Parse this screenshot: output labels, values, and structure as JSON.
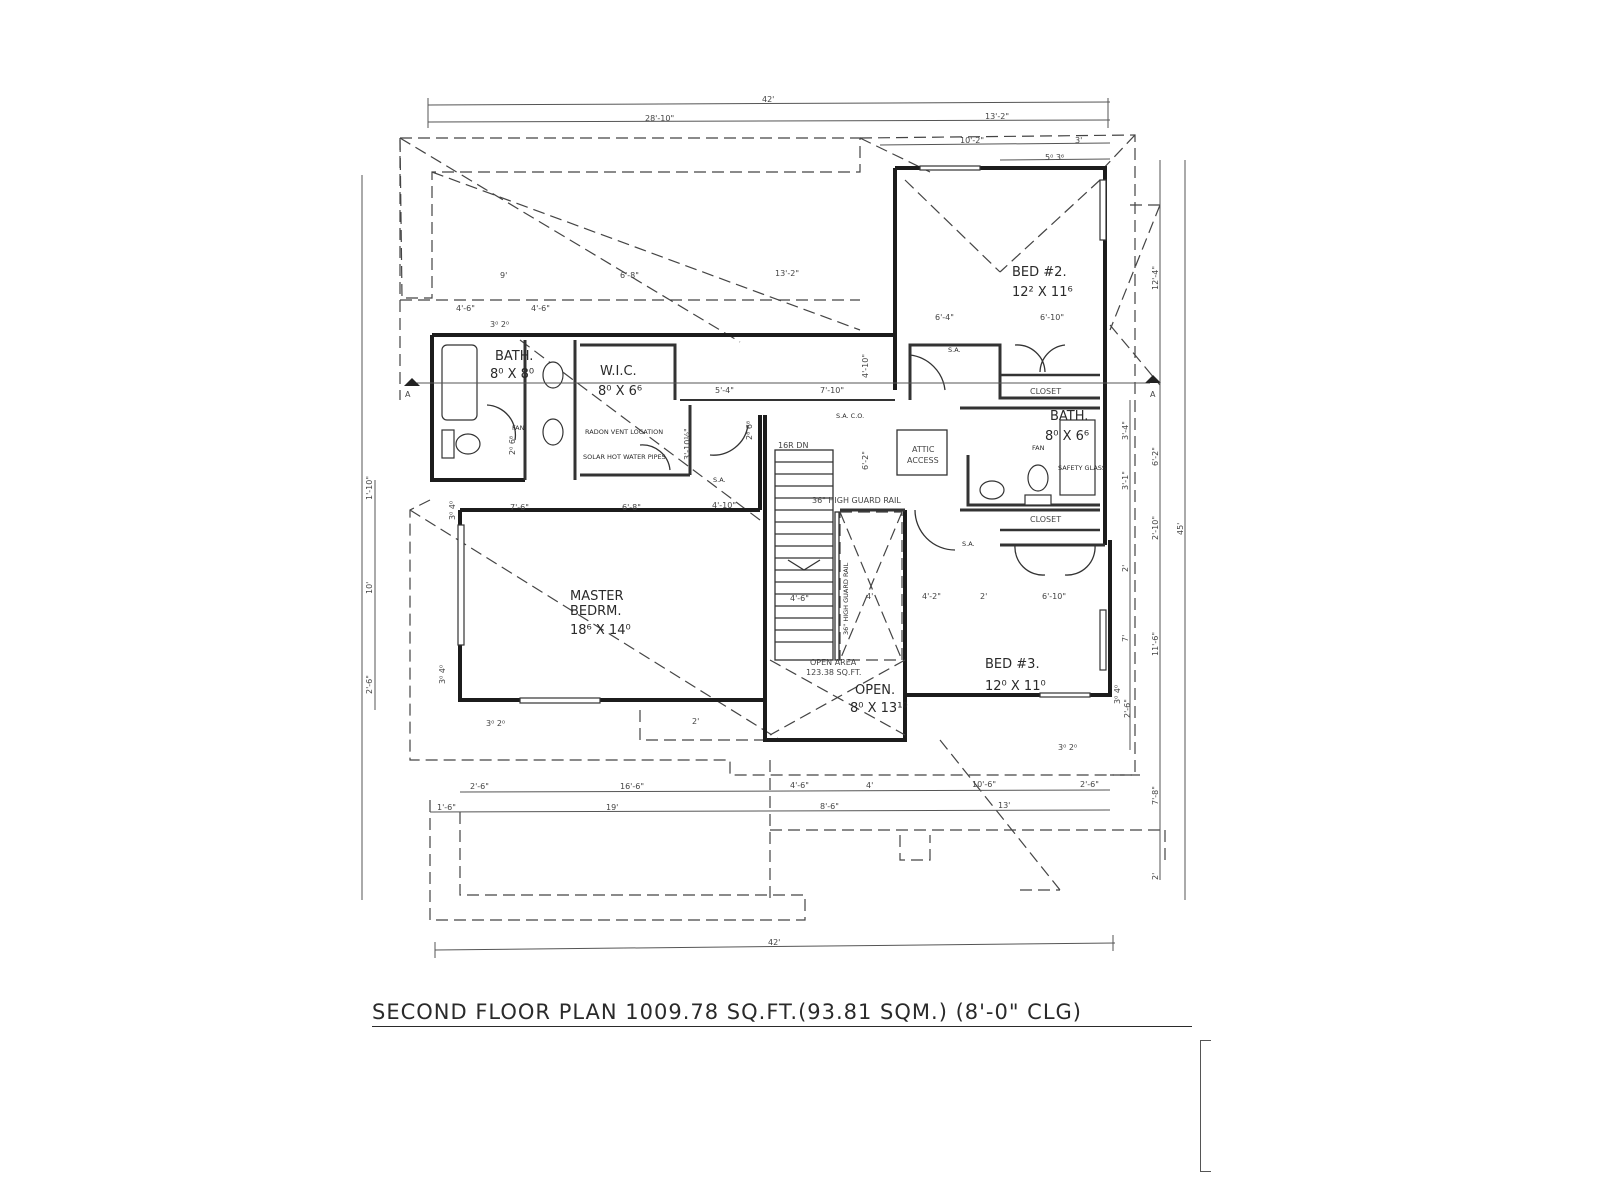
{
  "plan_title": "SECOND FLOOR PLAN 1009.78 SQ.FT.(93.81 SQM.) (8'-0\" CLG)",
  "rooms": {
    "master": {
      "name": "MASTER",
      "name2": "BEDRM.",
      "size": "18⁶ X 14⁰"
    },
    "bed2": {
      "name": "BED #2.",
      "size": "12² X 11⁶"
    },
    "bed3": {
      "name": "BED #3.",
      "size": "12⁰ X 11⁰"
    },
    "bath_master": {
      "name": "BATH.",
      "size": "8⁰ X 8⁰"
    },
    "bath2": {
      "name": "BATH.",
      "size": "8⁰ X 6⁶"
    },
    "wic": {
      "name": "W.I.C.",
      "size": "8⁰ X 6⁶"
    },
    "attic": {
      "line1": "ATTIC",
      "line2": "ACCESS"
    },
    "open_area": {
      "line1": "OPEN AREA",
      "line2": "123.38 SQ.FT."
    },
    "open": {
      "name": "OPEN.",
      "size": "8⁰ X 13¹⁰"
    },
    "closet": "CLOSET",
    "closet2": "CLOSET",
    "safety_glass": "SAFETY GLASS",
    "radon": "RADON VENT LOCATION",
    "solar": "SOLAR HOT WATER PIPES",
    "stair": "16R DN",
    "guard_rail_h": "36\" HIGH GUARD RAIL",
    "guard_rail_v": "36\" HIGH GUARD RAIL",
    "fan": "FAN",
    "fan2": "FAN",
    "sa": "S.A.",
    "sa_co": "S.A. C.O.",
    "section": "A"
  },
  "dimensions": {
    "top_overall": "42'",
    "top_left": "28'-10\"",
    "top_right": "13'-2\"",
    "top_r1": "10'-2\"",
    "top_r2": "3'",
    "top_r3": "5⁰ 3⁶",
    "row2_a": "9'",
    "row2_b": "6'-8\"",
    "row2_c": "13'-2\"",
    "row3_a": "4'-6\"",
    "row3_b": "4'-6\"",
    "row3_c": "3⁰ 2⁰",
    "bed2_a": "6'-4\"",
    "bed2_b": "6'-10\"",
    "mid_a": "5'-4\"",
    "mid_b": "7'-10\"",
    "mid_c": "4'-10\"",
    "mid_d": "6'-2\"",
    "wic_d": "3'-10½\"",
    "mb_a": "7'-6\"",
    "mb_b": "6'-8\"",
    "mb_c": "4'-10\"",
    "stair_w": "4'-6\"",
    "stair_w2": "4'",
    "b3_a": "4'-2\"",
    "b3_b": "2'",
    "b3_c": "6'-10\"",
    "bot1_a": "2'-6\"",
    "bot1_b": "16'-6\"",
    "bot1_c": "4'-6\"",
    "bot1_d": "4'",
    "bot1_e": "10'-6\"",
    "bot1_f": "2'-6\"",
    "bot2_a": "1'-6\"",
    "bot2_b": "19'",
    "bot2_c": "8'-6\"",
    "bot2_d": "13'",
    "bot_overall": "42'",
    "left_a": "1'-10\"",
    "left_b": "10'",
    "left_c": "2'-6\"",
    "win_a": "3⁰ 4⁰",
    "win_b": "3⁰ 4⁰",
    "win_c": "3⁰ 2⁰",
    "win_d": "3⁰ 2⁰",
    "win_e": "3⁰ 4⁰",
    "right_a": "12'-4\"",
    "right_b": "6'-2\"",
    "right_c": "2'-10\"",
    "right_d": "11'-6\"",
    "right_e": "7'-8\"",
    "right_f": "2'",
    "right_overall": "45'",
    "r_in_a": "3'-4\"",
    "r_in_b": "3'-1\"",
    "r_in_c": "2'",
    "r_in_d": "7'",
    "r_in_e": "2'-6\"",
    "mid_2": "2'",
    "d1": "2⁰ 6⁸",
    "d2": "2⁸ 6⁸"
  }
}
